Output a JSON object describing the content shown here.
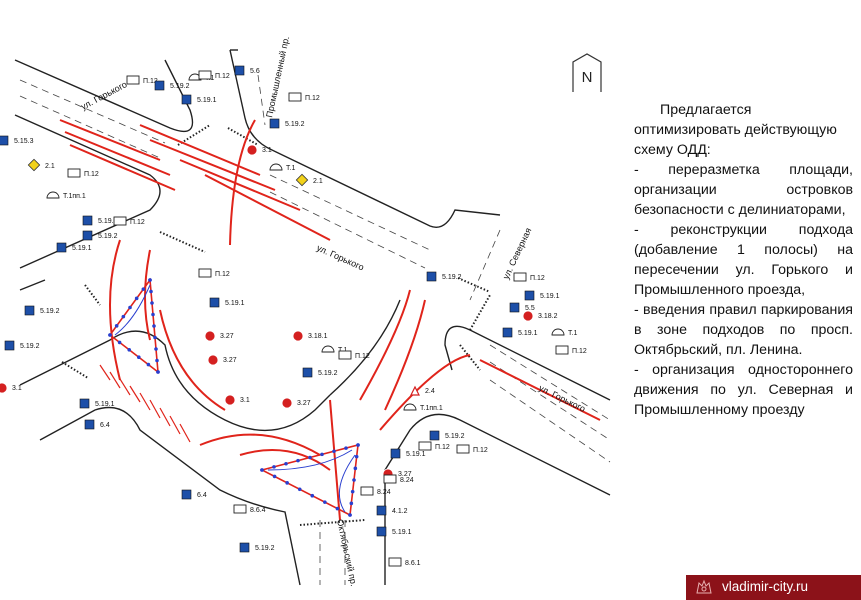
{
  "north_label": "N",
  "streets": {
    "gorkogo_top": "ул. Горького",
    "gorkogo_mid": "ул. Горького",
    "gorkogo_right": "ул. Горького",
    "promyshlenny": "Промышленный пр.",
    "severnaya": "ул. Северная",
    "oktyabrsky": "Октябрьский пр."
  },
  "sign_labels": [
    "5.6",
    "П.12",
    "5.19.2",
    "Т.1",
    "П.12",
    "5.19.1",
    "П.12",
    "5.19.2",
    "3.1",
    "5.15.3",
    "2.1",
    "Т.1",
    "2.1",
    "П.12",
    "Т.1пп.1",
    "5.19.1",
    "П.12",
    "5.19.2",
    "5.19.1",
    "П.12",
    "5.19.1",
    "3.27",
    "3.27",
    "5.19.2",
    "5.19.2",
    "3.1",
    "5.19.1",
    "6.4",
    "3.1",
    "3.27",
    "3.18.1",
    "Т.1",
    "П.12",
    "5.19.2",
    "5.19.2",
    "П.12",
    "5.19.1",
    "5.5",
    "3.18.2",
    "5.19.1",
    "Т.1",
    "П.12",
    "2.4",
    "Т.1пп.1",
    "5.19.2",
    "П.12",
    "П.12",
    "5.19.1",
    "3.27",
    "8.24",
    "8.24",
    "6.4",
    "8.6.4",
    "4.1.2",
    "5.19.1",
    "5.19.2",
    "8.6.1"
  ],
  "proposal": {
    "intro": "Предлагается оптимизировать действующую схему ОДД:",
    "items": [
      "- переразметка площади, организации островков безопасности с делиниаторами,",
      "- реконструкции подхода (добавление 1 полосы) на пересечении ул. Горького и Промышленного проезда,",
      "- введения правил паркирования в зоне подходов по просп. Октябрьский, пл. Ленина.",
      "- организация одностороннего движения по ул. Северная и Промышленному проезду"
    ]
  },
  "footer": {
    "url": "vladimir-city.ru"
  },
  "colors": {
    "marking": "#e0241b",
    "curb": "#222222",
    "sign_blue": "#1d4fa8",
    "footer": "#8c1219",
    "island_dots": "#2a3fcf"
  }
}
